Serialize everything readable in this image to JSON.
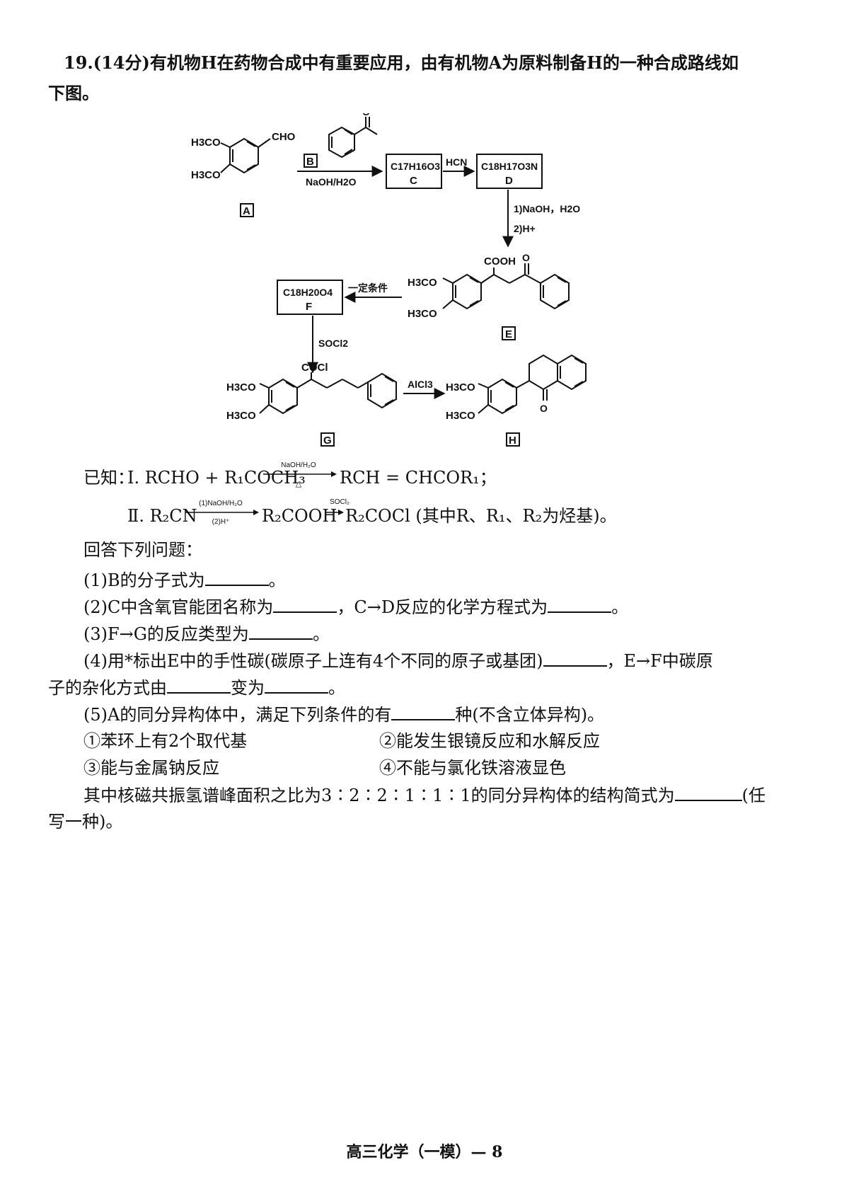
{
  "question": {
    "line1": "19.(14分)有机物H在药物合成中有重要应用，由有机物A为原料制备H的一种合成路线如",
    "line2": "下图。"
  },
  "scheme": {
    "labels": {
      "A": "A",
      "B": "B",
      "C": "C",
      "D": "D",
      "E": "E",
      "F": "F",
      "G": "G",
      "H": "H"
    },
    "formulas": {
      "C": "C17H16O3",
      "D": "C18H17O3N",
      "F": "C18H20O4"
    },
    "reagents": {
      "A_to_C": "NaOH/H2O",
      "C_to_D": "HCN",
      "D_to_E_1": "1)NaOH，H2O",
      "D_to_E_2": "2)H+",
      "E_to_F": "一定条件",
      "F_to_G": "SOCl2",
      "G_to_H": "AlCl3"
    },
    "groups": {
      "och3": "H3CO",
      "cho": "CHO",
      "cooh": "COOH",
      "cocl": "COCl",
      "o": "O"
    }
  },
  "known": {
    "prefix": "已知：",
    "rxn1_left": "Ⅰ. RCHO + R₁COCH₃",
    "rxn1_cond_top": "NaOH/H₂O",
    "rxn1_cond_bottom": "△",
    "rxn1_right": "RCH = CHCOR₁；",
    "rxn2_left": "Ⅱ. R₂CN",
    "rxn2_cond_top": "(1)NaOH/H₂O",
    "rxn2_cond_bottom": "(2)H⁺",
    "rxn2_mid": "R₂COOH",
    "rxn2_cond2": "SOCl₂",
    "rxn2_right": "R₂COCl (其中R、R₁、R₂为烃基)。"
  },
  "prompt": "回答下列问题：",
  "q1": {
    "a": "(1)B的分子式为",
    "b": "。"
  },
  "q2": {
    "a": "(2)C中含氧官能团名称为",
    "b": "，C→D反应的化学方程式为",
    "c": "。"
  },
  "q3": {
    "a": "(3)F→G的反应类型为",
    "b": "。"
  },
  "q4": {
    "a": "(4)用*标出E中的手性碳(碳原子上连有4个不同的原子或基团)",
    "b": "，E→F中碳原",
    "c": "子的杂化方式由",
    "d": "变为",
    "e": "。"
  },
  "q5": {
    "a": "(5)A的同分异构体中，满足下列条件的有",
    "b": "种(不含立体异构)。"
  },
  "conditions": {
    "c1": "①苯环上有2个取代基",
    "c2": "②能发生银镜反应和水解反应",
    "c3": "③能与金属钠反应",
    "c4": "④不能与氯化铁溶液显色"
  },
  "q5_tail": {
    "a": "其中核磁共振氢谱峰面积之比为3∶2∶2∶1∶1∶1的同分异构体的结构简式为",
    "b": "(任",
    "c": "写一种)。"
  },
  "footer": "高三化学（一模）— 8"
}
